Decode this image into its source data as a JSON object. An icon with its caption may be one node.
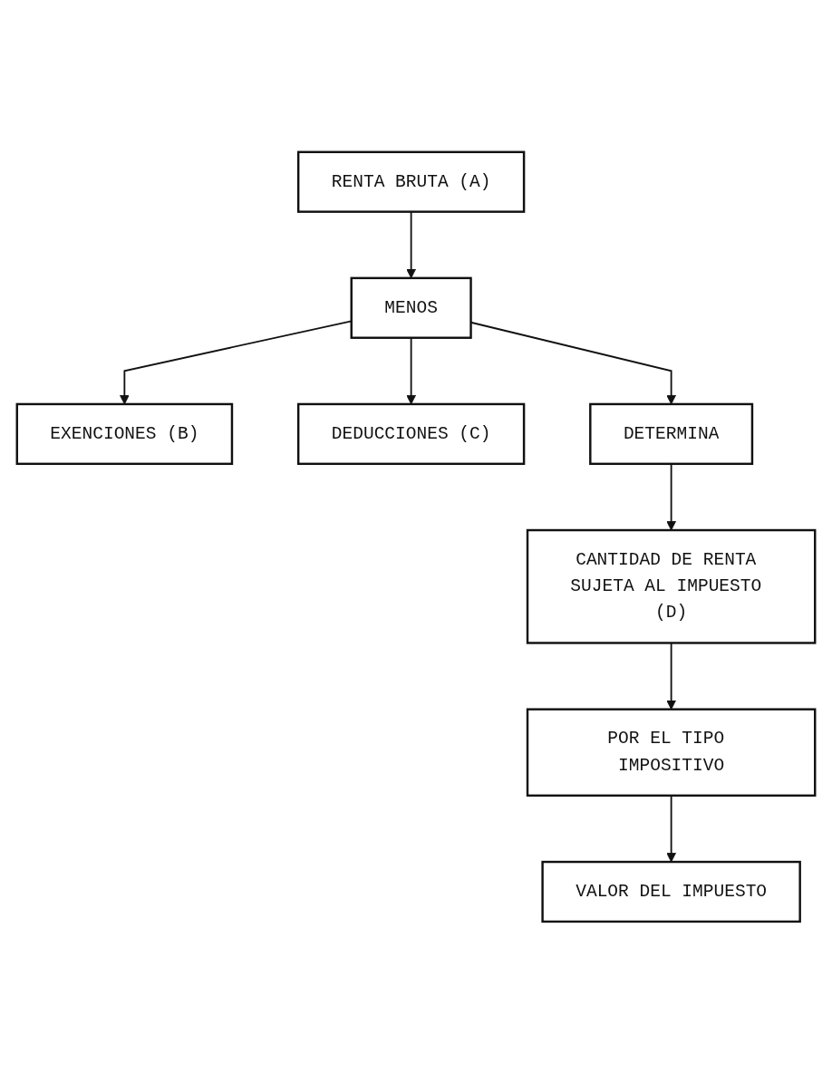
{
  "diagram": {
    "nodes": [
      {
        "text": [
          "RENTA BRUTA (A)"
        ]
      },
      {
        "text": [
          "MENOS"
        ]
      },
      {
        "text": [
          "EXENCIONES (B)"
        ]
      },
      {
        "text": [
          "DEDUCCIONES (C)"
        ]
      },
      {
        "text": [
          "DETERMINA"
        ]
      },
      {
        "text": [
          "CANTIDAD DE RENTA SUJETA AL IMPUESTO (D)"
        ]
      },
      {
        "text": [
          "POR EL TIPO IMPOSITIVO"
        ]
      },
      {
        "text": [
          "VALOR DEL IMPUESTO"
        ]
      }
    ],
    "edges": [
      {
        "from": 0,
        "to": 1,
        "arrow": "to"
      },
      {
        "from": 1,
        "to": 2,
        "arrow": "to"
      },
      {
        "from": 1,
        "to": 3,
        "arrow": "to"
      },
      {
        "from": 1,
        "to": 4,
        "arrow": "to"
      },
      {
        "from": 4,
        "to": 5,
        "arrow": "to"
      },
      {
        "from": 5,
        "to": 6,
        "arrow": "to"
      },
      {
        "from": 6,
        "to": 7,
        "arrow": "to"
      }
    ]
  }
}
